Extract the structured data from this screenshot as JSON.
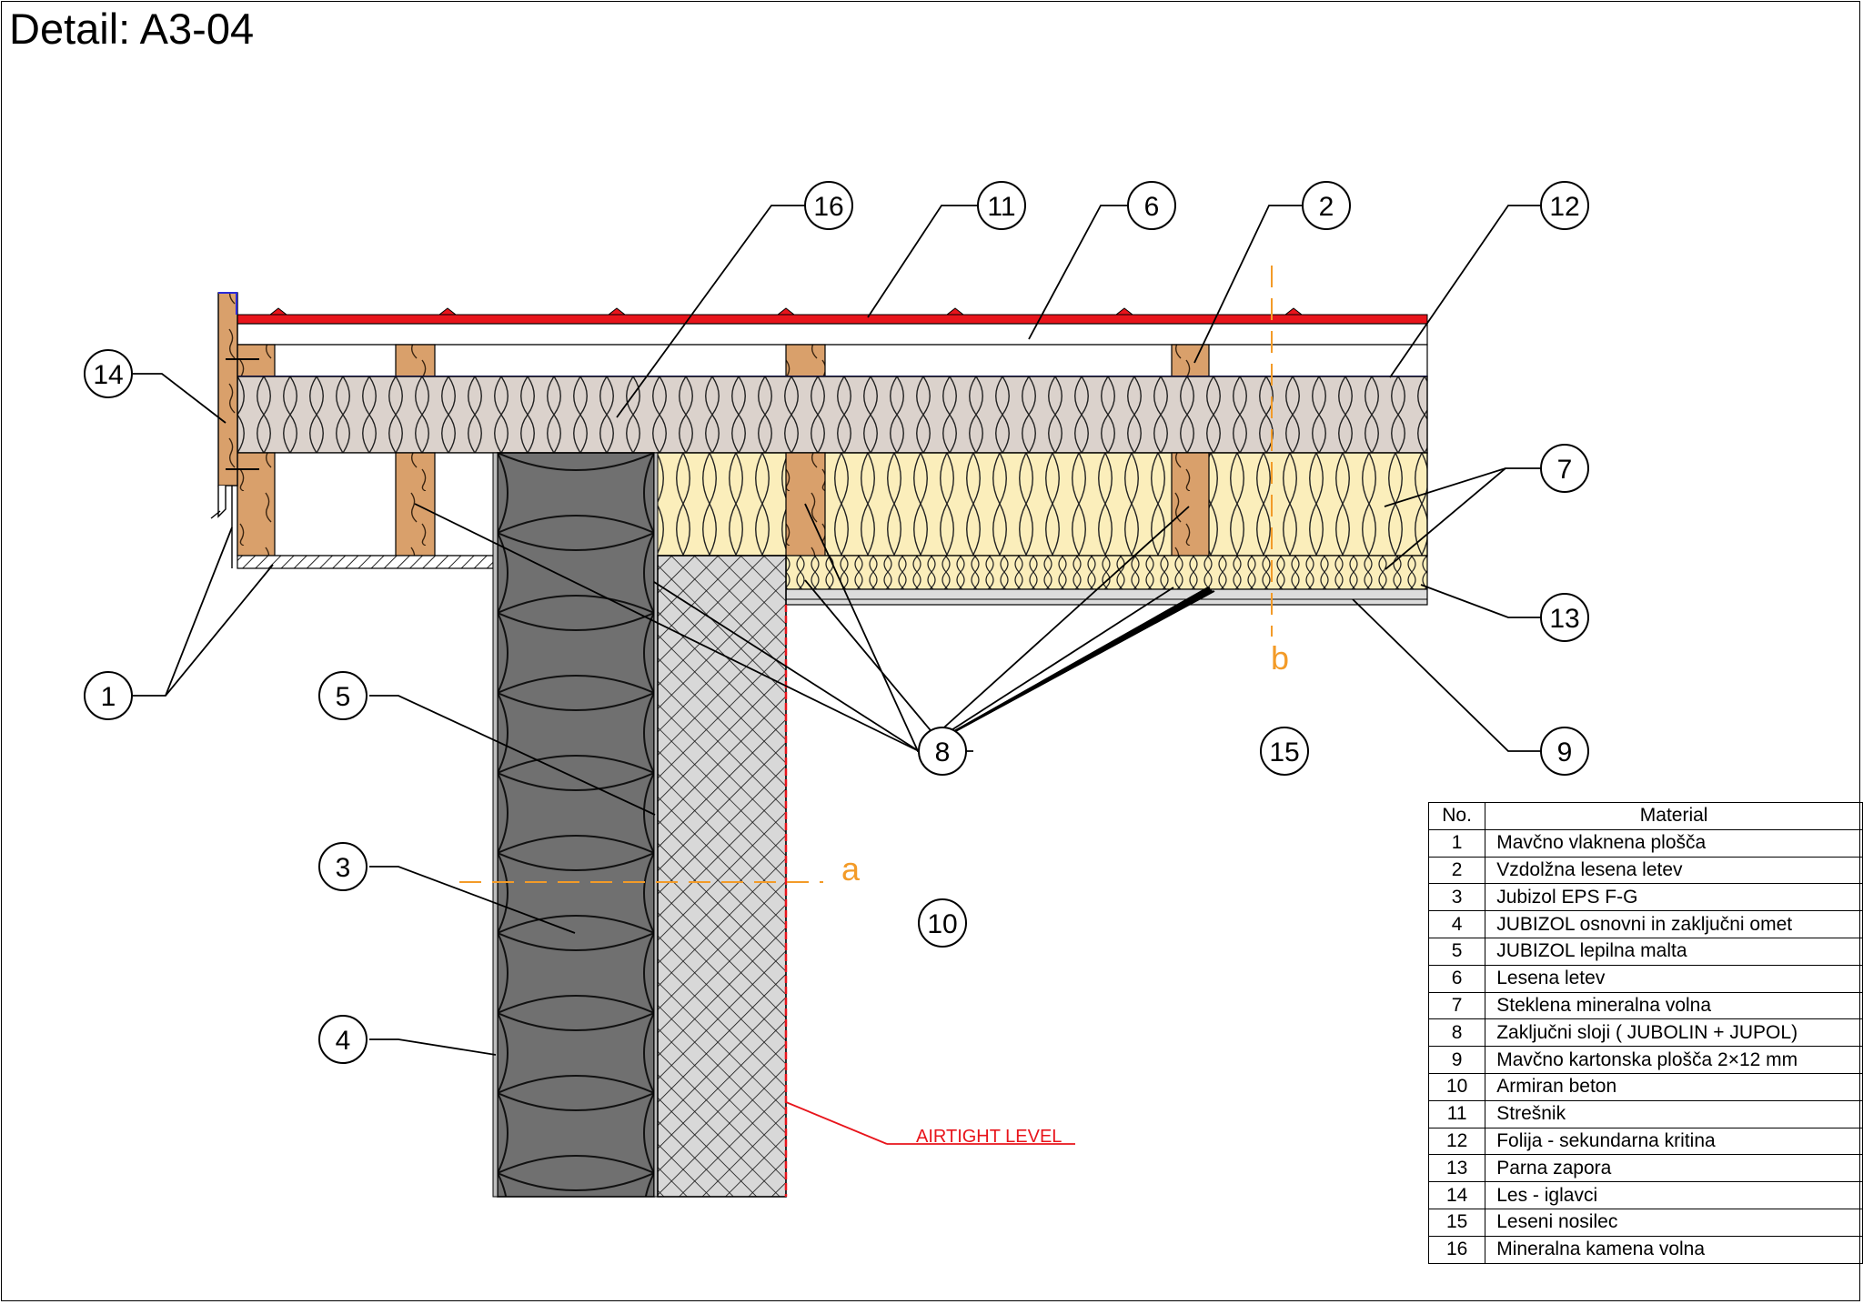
{
  "title": "Detail: A3-04",
  "colors": {
    "roof_red": "#e8141b",
    "timber": "#d9a06b",
    "stone_wool": "#dbd2cc",
    "glass_wool": "#fbeebb",
    "eps": "#707070",
    "concrete": "#d8d8d8",
    "section_line": "#f39b28",
    "airtight": "#e8141b"
  },
  "labels": {
    "section_a": "a",
    "section_b": "b",
    "airtight": "AIRTIGHT LEVEL"
  },
  "callouts": [
    "1",
    "2",
    "3",
    "4",
    "5",
    "6",
    "7",
    "8",
    "9",
    "10",
    "11",
    "12",
    "13",
    "14",
    "15",
    "16"
  ],
  "legend": {
    "header_no": "No.",
    "header_material": "Material",
    "rows": [
      {
        "no": "1",
        "material": "Mavčno vlaknena plošča"
      },
      {
        "no": "2",
        "material": "Vzdolžna lesena letev"
      },
      {
        "no": "3",
        "material": "Jubizol EPS F-G"
      },
      {
        "no": "4",
        "material": "JUBIZOL osnovni in zaključni omet"
      },
      {
        "no": "5",
        "material": "JUBIZOL lepilna malta"
      },
      {
        "no": "6",
        "material": "Lesena letev"
      },
      {
        "no": "7",
        "material": "Steklena mineralna volna"
      },
      {
        "no": "8",
        "material": "Zaključni sloji  ( JUBOLIN + JUPOL)"
      },
      {
        "no": "9",
        "material": "Mavčno kartonska plošča 2×12 mm"
      },
      {
        "no": "10",
        "material": "Armiran beton"
      },
      {
        "no": "11",
        "material": "Strešnik"
      },
      {
        "no": "12",
        "material": "Folija - sekundarna kritina"
      },
      {
        "no": "13",
        "material": "Parna zapora"
      },
      {
        "no": "14",
        "material": "Les - iglavci"
      },
      {
        "no": "15",
        "material": "Leseni nosilec"
      },
      {
        "no": "16",
        "material": "Mineralna kamena volna"
      }
    ]
  }
}
